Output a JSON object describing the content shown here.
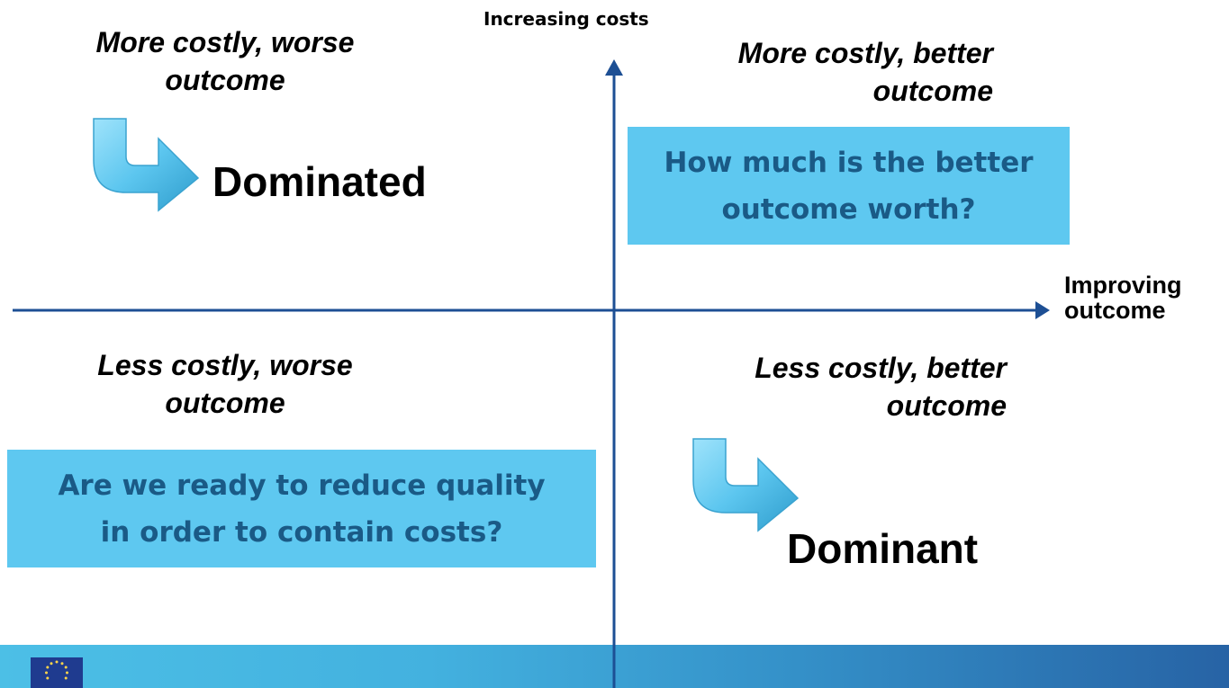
{
  "axes": {
    "vertical_label": "Increasing costs",
    "horizontal_label_line1": "Improving",
    "horizontal_label_line2": "outcome",
    "color": "#1d4f94"
  },
  "quadrants": {
    "top_left": {
      "line1": "More costly, worse",
      "line2": "outcome",
      "verdict": "Dominated"
    },
    "top_right": {
      "line1": "More costly, better",
      "line2": "outcome",
      "callout_line1": "How much is the better",
      "callout_line2": "outcome worth?"
    },
    "bottom_left": {
      "line1": "Less costly, worse",
      "line2": "outcome",
      "callout_line1": "Are we ready to reduce quality",
      "callout_line2": "in order to contain costs?"
    },
    "bottom_right": {
      "line1": "Less costly, better",
      "line2": "outcome",
      "verdict": "Dominant"
    }
  },
  "footer": {
    "logo": "eu-flag-icon"
  },
  "colors": {
    "callout_bg": "#5ec8f0",
    "callout_text": "#1a5a86",
    "arrow_fill": "#6fd0f5"
  }
}
